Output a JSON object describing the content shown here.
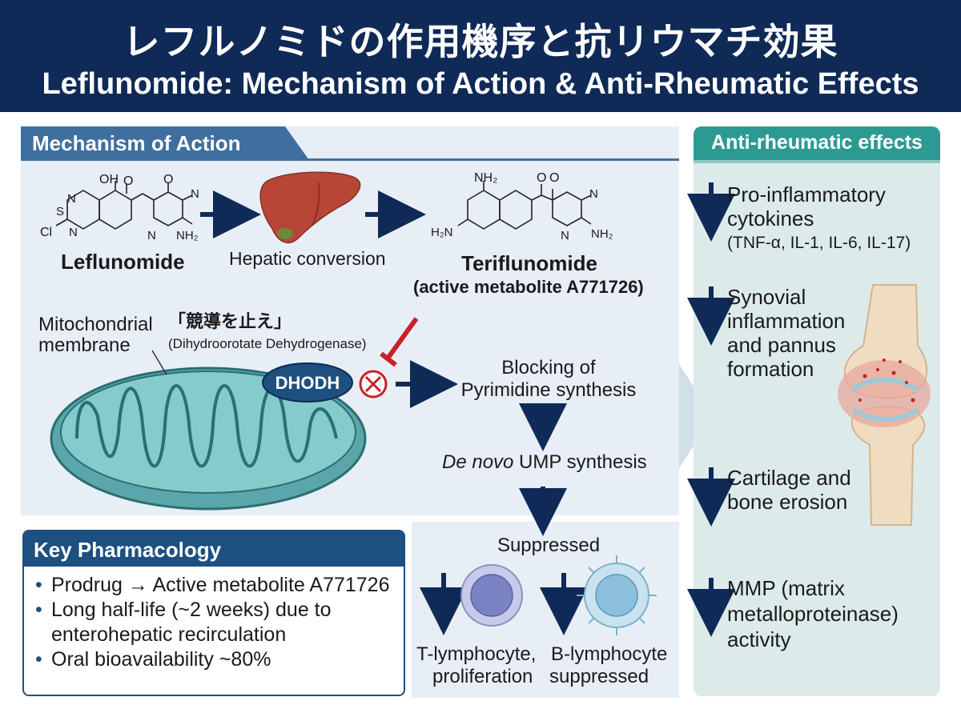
{
  "header": {
    "title_jp": "レフルノミドの作用機序と抗リウマチ効果",
    "title_en": "Leflunomide: Mechanism of Action & Anti-Rheumatic Effects"
  },
  "mechanism": {
    "tab_label": "Mechanism of Action",
    "leflunomide_label": "Leflunomide",
    "leflunomide_atoms": [
      "OH",
      "O",
      "O",
      "N",
      "S",
      "Cl",
      "N",
      "N",
      "N",
      "NH₂"
    ],
    "hepatic_label": "Hepatic conversion",
    "teriflunomide_label": "Teriflunomide",
    "teriflunomide_sub": "(active metabolite A771726)",
    "teriflunomide_atoms": [
      "NH₂",
      "O",
      "O",
      "N",
      "H₂N",
      "N",
      "NH₂"
    ],
    "mito_label_line1": "Mitochondrial",
    "mito_label_line2": "membrane",
    "jp_note": "「競導を止え」",
    "enzyme_full": "(Dihydroorotate Dehydrogenase)",
    "enzyme_short": "DHODH",
    "blocking_line1": "Blocking of",
    "blocking_line2": "Pyrimidine synthesis",
    "denovo_italic": "De novo",
    "denovo_rest": " UMP synthesis",
    "suppressed_label": "Suppressed",
    "t_cell_line1": "T-lymphocyte,",
    "t_cell_line2": "proliferation",
    "b_cell_line1": "B-lymphocyte",
    "b_cell_line2": "suppressed"
  },
  "pharmacology": {
    "title": "Key Pharmacology",
    "items": [
      "Prodrug → Active metabolite A771726",
      "Long half-life (~2 weeks) due to",
      "Oral bioavailability ~80%"
    ],
    "item2_cont": "enterohepatic recirculation"
  },
  "effects": {
    "tab_label": "Anti-rheumatic effects",
    "e1_line1": "Pro-inflammatory",
    "e1_line2": "cytokines",
    "e1_detail": "(TNF-α, IL-1, IL-6, IL-17)",
    "e2_line1": "Synovial",
    "e2_line2": "inflammation",
    "e2_line3": "and pannus",
    "e2_line4": "formation",
    "e3_line1": "Cartilage and",
    "e3_line2": "bone erosion",
    "e4_line1": "MMP (matrix",
    "e4_line2": "metalloproteinase)",
    "e4_line3": "activity"
  },
  "colors": {
    "header_bg": "#0f2a57",
    "mech_accent": "#3f6f9e",
    "effects_accent": "#2c9a92",
    "arrow": "#0f2a57",
    "inhibit_red": "#c8202a",
    "mito_fill": "#7cc4c4",
    "liver": "#b84636"
  },
  "icons": [
    "liver-icon",
    "mitochondrion-icon",
    "inhibition-x-icon",
    "t-lymphocyte-icon",
    "b-lymphocyte-icon",
    "knee-joint-icon",
    "down-arrow-icon",
    "right-arrow-icon"
  ]
}
